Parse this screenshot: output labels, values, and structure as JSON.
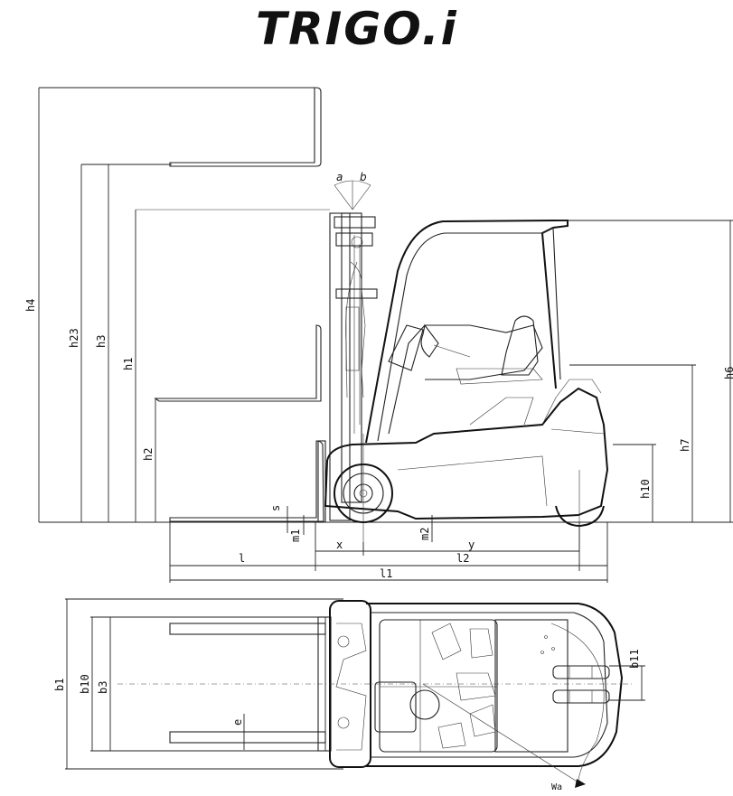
{
  "brand": {
    "logo_text": "TRIGO.i",
    "logo_style": "stylized-italic-wordmark"
  },
  "side_view": {
    "labels": {
      "h4": "h4",
      "h23": "h23",
      "h3": "h3",
      "h1": "h1",
      "h2": "h2",
      "s": "s",
      "m1": "m1",
      "m2": "m2",
      "l": "l",
      "x": "x",
      "y": "y",
      "l2": "l2",
      "l1": "l1",
      "h6": "h6",
      "h7": "h7",
      "h10": "h10",
      "a": "a",
      "b": "b"
    }
  },
  "top_view": {
    "labels": {
      "b1": "b1",
      "b10": "b10",
      "b3": "b3",
      "e": "e",
      "b11": "b11",
      "wa": "Wa"
    }
  },
  "colors": {
    "ink": "#111111",
    "background": "#ffffff"
  }
}
